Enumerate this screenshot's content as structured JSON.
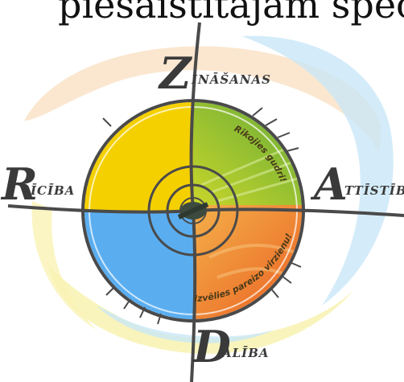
{
  "caption": {
    "top_text": "piesaistītajām spec"
  },
  "compass": {
    "north": {
      "initial": "Z",
      "rest": "INĀŠANAS"
    },
    "west": {
      "initial": "R",
      "rest": "ĪCĪBA"
    },
    "east": {
      "initial": "A",
      "rest": "TTĪSTĪBA"
    },
    "south": {
      "initial": "D",
      "rest": "ALĪBA"
    }
  },
  "arc_labels": {
    "upper_right": "Rīkojies gudri!",
    "lower_right": "Izvēlies pareizo virzienu!"
  },
  "colors": {
    "yellow": "#f5d000",
    "green": "#8cbf2a",
    "blue": "#5aaef0",
    "orange": "#f08a2a",
    "ring": "#4a4a4a",
    "swirl_orange": "#f6c58e",
    "swirl_blue": "#b8e0f5",
    "swirl_yellow": "#f7ef9c"
  }
}
